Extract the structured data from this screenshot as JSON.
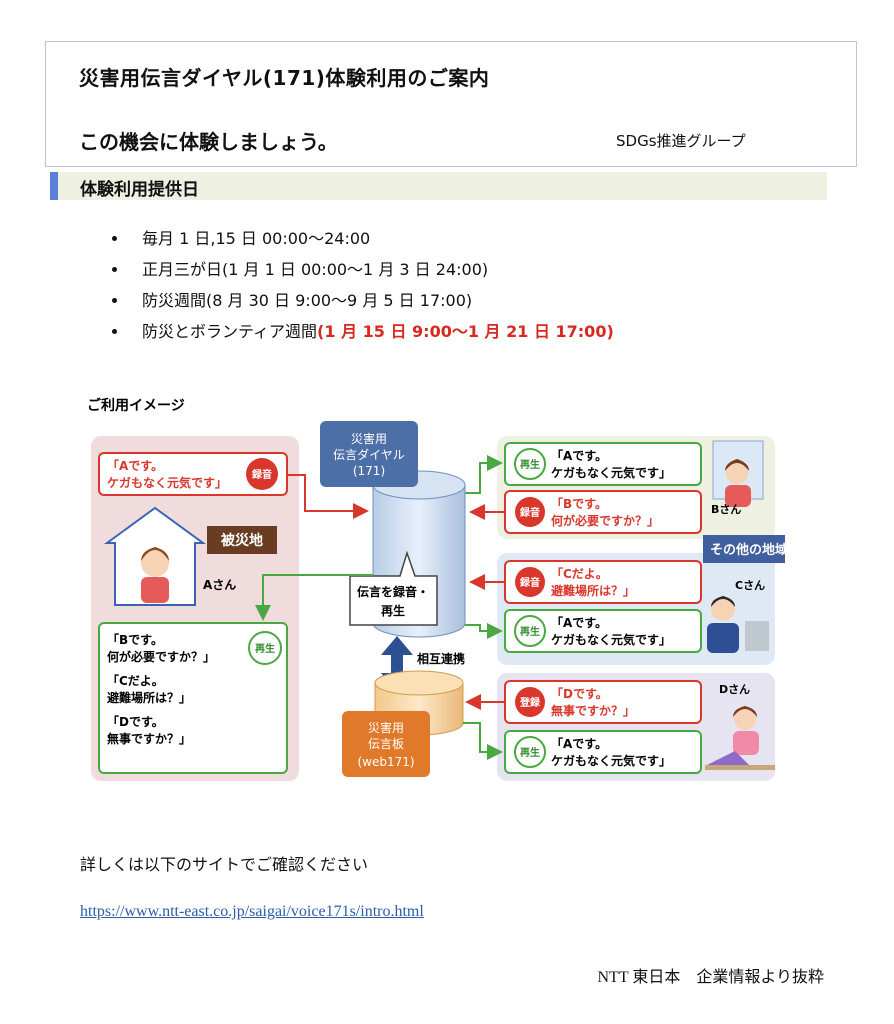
{
  "header": {
    "title": "災害用伝言ダイヤル(171)体験利用のご案内",
    "subtitle": "この機会に体験しましょう。",
    "group": "SDGs推進グループ"
  },
  "section": {
    "title": "体験利用提供日"
  },
  "dates": [
    {
      "text": "毎月 1 日,15 日  00:00～24:00",
      "highlight": ""
    },
    {
      "text": "正月三が日(1 月 1 日 00:00～1 月 3 日 24:00)",
      "highlight": ""
    },
    {
      "text": "防災週間(8 月 30 日 9:00～9 月 5 日 17:00)",
      "highlight": ""
    },
    {
      "text": "防災とボランティア週間",
      "highlight": "(1 月 15 日 9:00～1 月 21 日 17:00)"
    }
  ],
  "diagram": {
    "title": "ご利用イメージ",
    "center_label": [
      "災害用",
      "伝言ダイヤル",
      "(171)"
    ],
    "center_action": [
      "伝言を録音・",
      "再生"
    ],
    "mutual": "相互連携",
    "board_label": [
      "災害用",
      "伝言板",
      "(web171)"
    ],
    "disaster_area": "被災地",
    "other_area": "その他の地域",
    "persons": {
      "a": "Aさん",
      "b": "Bさん",
      "c": "Cさん",
      "d": "Dさん"
    },
    "badges": {
      "record": "録音",
      "play": "再生",
      "register": "登録"
    },
    "a_record": [
      "「Aです。",
      "ケガもなく元気です」"
    ],
    "a_play": [
      [
        "「Bです。",
        "何が必要ですか？」"
      ],
      [
        "「Cだよ。",
        "避難場所は？」"
      ],
      [
        "「Dです。",
        "無事ですか？」"
      ]
    ],
    "b_play": [
      "「Aです。",
      "ケガもなく元気です」"
    ],
    "b_record": [
      "「Bです。",
      "何が必要ですか？」"
    ],
    "c_record": [
      "「Cだよ。",
      "避難場所は？」"
    ],
    "c_play": [
      "「Aです。",
      "ケガもなく元気です」"
    ],
    "d_register": [
      "「Dです。",
      "無事ですか？」"
    ],
    "d_play": [
      "「Aです。",
      "ケガもなく元気です」"
    ]
  },
  "note": "詳しくは以下のサイトでご確認ください",
  "url": "https://www.ntt-east.co.jp/saigai/voice171s/intro.html",
  "credit": "NTT 東日本　企業情報より抜粋"
}
